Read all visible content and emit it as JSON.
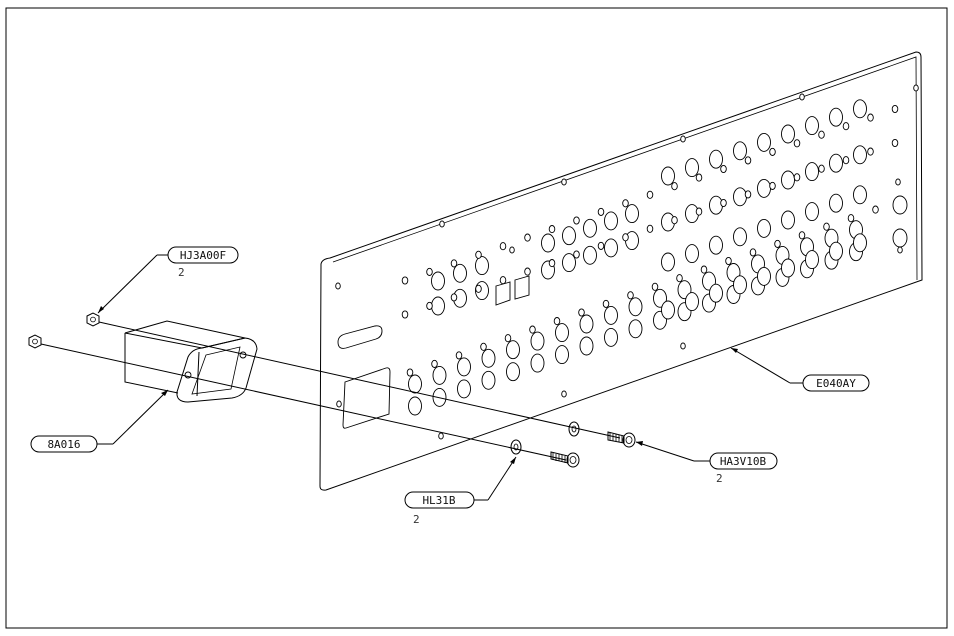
{
  "callouts": [
    {
      "id": "hj3a00f",
      "part": "HJ3A00F",
      "qty": "2"
    },
    {
      "id": "8a016",
      "part": "8A016",
      "qty": ""
    },
    {
      "id": "hl31b",
      "part": "HL31B",
      "qty": "2"
    },
    {
      "id": "ha3v10b",
      "part": "HA3V10B",
      "qty": "2"
    },
    {
      "id": "e040ay",
      "part": "E040AY",
      "qty": ""
    }
  ]
}
